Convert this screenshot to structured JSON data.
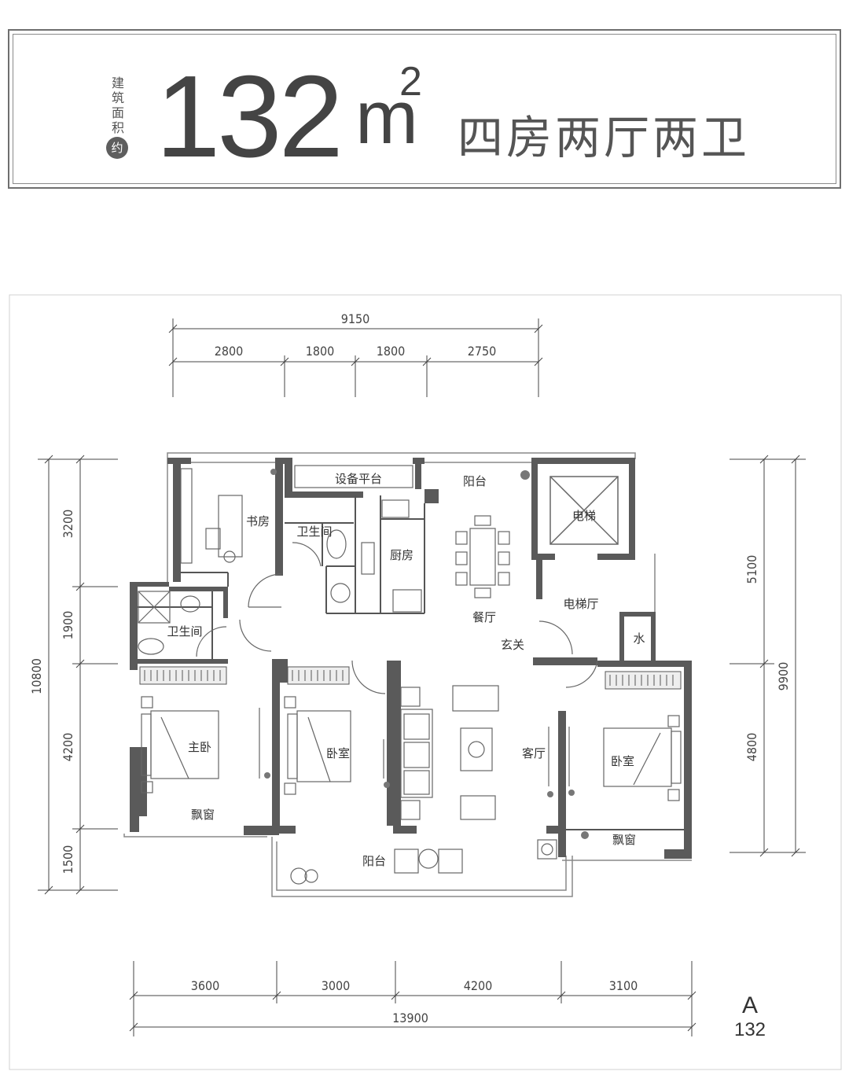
{
  "header": {
    "area_label": "建筑面积",
    "approx": "约",
    "area_value": "132",
    "unit": "m",
    "unit_sup": "2",
    "layout_name": "四房两厅两卫"
  },
  "dimensions": {
    "top_total": "9150",
    "top": [
      "2800",
      "1800",
      "1800",
      "2750"
    ],
    "left_total": "10800",
    "left": [
      "3200",
      "1900",
      "4200",
      "1500"
    ],
    "right_total": "9900",
    "right": [
      "5100",
      "4800"
    ],
    "bottom": [
      "3600",
      "3000",
      "4200",
      "3100"
    ],
    "bottom_total": "13900"
  },
  "rooms": {
    "study": "书房",
    "equipment_platform": "设备平台",
    "balcony_top": "阳台",
    "elevator": "电梯",
    "bath_top": "卫生间",
    "kitchen": "厨房",
    "dining": "餐厅",
    "elevator_hall": "电梯厅",
    "bath_left": "卫生间",
    "water": "水",
    "entrance": "玄关",
    "master_bedroom": "主卧",
    "bedroom_mid": "卧室",
    "living_room": "客厅",
    "bedroom_right": "卧室",
    "bay_window_left": "飘窗",
    "bay_window_right": "飘窗",
    "balcony_bottom": "阳台"
  },
  "plan_code": {
    "letter": "A",
    "number": "132"
  }
}
